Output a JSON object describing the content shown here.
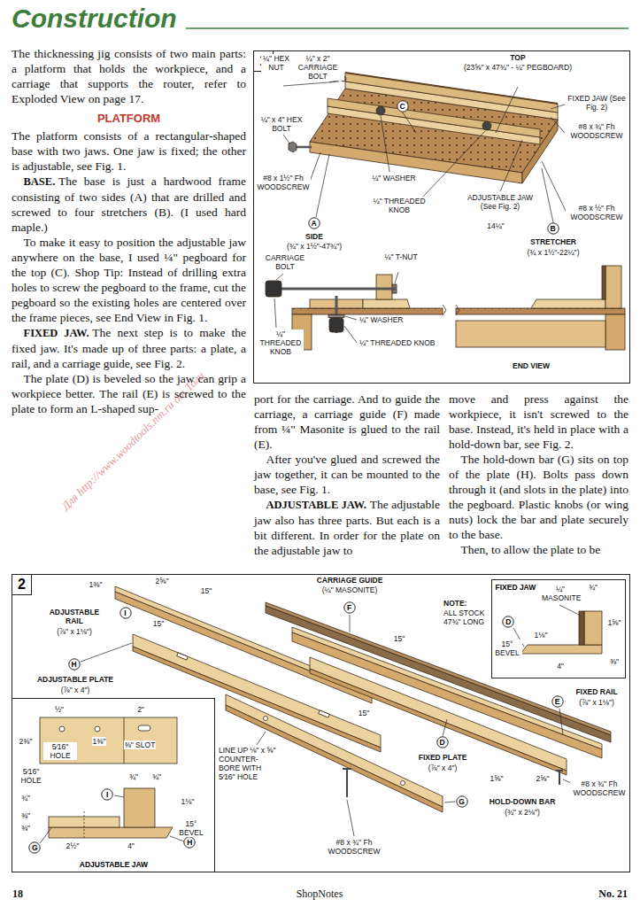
{
  "diagram": {
    "title": "Construction",
    "nodes": [
      {
        "text": [
          "1"
        ]
      },
      {
        "text": [
          "C"
        ],
        "in": 0
      },
      {
        "text": [
          "A"
        ],
        "in": 0
      },
      {
        "text": [
          "B"
        ],
        "in": 0
      },
      {
        "text": [
          "2"
        ]
      },
      {
        "text": [
          "I"
        ],
        "in": 4
      },
      {
        "text": [
          "F"
        ],
        "in": 4
      },
      {
        "text": [
          "H"
        ],
        "in": 4
      },
      {
        "text": [
          "FIXED JAW"
        ],
        "in": 4
      },
      {
        "text": [
          "D"
        ],
        "in": 8
      },
      {
        "text": [
          "E"
        ],
        "in": 4
      },
      {
        "text": [
          "D"
        ],
        "in": 4
      },
      {
        "text": [
          "G"
        ],
        "in": 4
      },
      {
        "text": [
          "ADJUSTABLE JAW"
        ],
        "in": 4
      },
      {
        "text": [
          "I"
        ],
        "in": 13
      },
      {
        "text": [
          "G"
        ],
        "in": 13
      },
      {
        "text": [
          "H"
        ],
        "in": 13
      }
    ],
    "labels": [
      "The thicknessing jig consists of two main parts: a platform that holds the workpiece, and a carriage that supports the router, refer to Exploded View on page 17.",
      "PLATFORM",
      "The platform consists of a rectangular-shaped base with two jaws. One jaw is fixed; the other is adjustable, see Fig. 1.",
      "BASE.",
      "The base is just a hardwood frame consisting of two sides (A) that are drilled and screwed to four stretchers (B). (I used hard maple.)",
      "To make it easy to position the adjustable jaw anywhere on the base, I used ¼\" pegboard for the top (C). Shop Tip: Instead of drilling extra holes to screw the pegboard to the frame, cut the pegboard so the existing holes are centered over the frame pieces, see End View in Fig. 1.",
      "FIXED JAW.",
      "The next step is to make the fixed jaw. It's made up of three parts: a plate, a rail, and a carriage guide, see Fig. 2.",
      "The plate (D) is beveled so the jaw can grip a workpiece better. The rail (E) is screwed to the plate to form an L-shaped sup-",
      "port for the carriage. And to guide the carriage, a carriage guide (F) made from ¼\" Masonite is glued to the rail (E).",
      "After you've glued and screwed the jaw together, it can be mounted to the base, see Fig. 1.",
      "ADJUSTABLE JAW.",
      "The adjustable jaw also has three parts. But each is a bit different. In order for the plate on the adjustable jaw to",
      "move and press against the workpiece, it isn't screwed to the base. Instead, it's held in place with a hold-down bar, see Fig. 2.",
      "The hold-down bar (G) sits on top of the plate (H). Bolts pass down through it (and slots in the plate) into the pegboard. Plastic knobs (or wing nuts) lock the bar and plate securely to the base.",
      "Then, to allow the plate to be",
      "18",
      "ShopNotes",
      "No. 21",
      "Для http://www.woodtools.nm.ru от Толи",
      "¼\" HEX NUT",
      "¼\" x 2\" CARRIAGE BOLT",
      "TOP",
      "(23⅝\" x 47¾\" - ¼\" PEGBOARD)",
      "FIXED JAW (See Fig. 2)",
      "#8 x ¾\" Fh WOODSCREW",
      "¼\" x 4\" HEX BOLT",
      "¼\" WASHER",
      "¼\" THREADED KNOB",
      "#8 x 1½\" Fh WOODSCREW",
      "SIDE",
      "(¾\" x 1½\"-47¾\")",
      "ADJUSTABLE JAW (See Fig. 2)",
      "14¼\"",
      "#8 x ½\" Fh WOODSCREW",
      "STRETCHER",
      "(¾ x 1½\"-22¼\")",
      "CARRIAGE BOLT",
      "¼\" T-NUT",
      "¼\" THREADED KNOB",
      "¼\" WASHER",
      "¼\" THREADED KNOB",
      "END VIEW",
      "1⅜\"",
      "2⅝\"",
      "ADJUSTABLE RAIL",
      "(⅞\" x 1⅛\")",
      "15\"",
      "15\"",
      "ADJUSTABLE PLATE",
      "(⅞\" x 4\")",
      "CARRIAGE GUIDE",
      "(¼\" MASONITE)",
      "NOTE:",
      "ALL STOCK 47¾\" LONG",
      "15\"",
      "15\"",
      "2⅝\"",
      "FIXED RAIL",
      "(⅞\" x 1⅛\")",
      "FIXED PLATE",
      "(⅞\" x 4\")",
      "1⅝\"",
      "#8 x ¾\" Fh WOODSCREW",
      "HOLD-DOWN BAR",
      "(¾\" x 2⅛\")",
      "#8 x ¾\" Fh WOODSCREW",
      "LINE UP ⅛\" x ⅝\" COUNTER-BORE WITH 5⁄16\" HOLE",
      "¼\" MASONITE",
      "¾\"",
      "1⅛\"",
      "15° BEVEL",
      "1⅝\"",
      "⅜\"",
      "4\"",
      "½\"",
      "2\"",
      "2⅜\"",
      "5⁄16\" HOLE",
      "1⅜\"",
      "⅜\" SLOT",
      "5⁄16\" HOLE",
      "¾\"",
      "¾\"",
      "¾\"",
      "1⅛\"",
      "⅜\"",
      "⅜\"",
      "15° BEVEL",
      "2½\"",
      "4\""
    ]
  }
}
